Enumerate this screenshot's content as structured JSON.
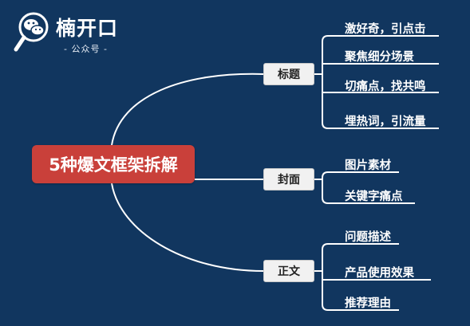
{
  "logo": {
    "name": "楠开口",
    "subtitle": "- 公众号 -",
    "icon": "wechat-magnifier-icon"
  },
  "center": {
    "label": "5种爆文框架拆解"
  },
  "branches": [
    {
      "label": "标题",
      "leaves": [
        "激好奇，引点击",
        "聚焦细分场景",
        "切痛点，找共鸣",
        "埋热词，引流量"
      ]
    },
    {
      "label": "封面",
      "leaves": [
        "图片素材",
        "关键字痛点"
      ]
    },
    {
      "label": "正文",
      "leaves": [
        "问题描述",
        "产品使用效果",
        "推荐理由"
      ]
    }
  ],
  "colors": {
    "background": "#11365f",
    "center_box": "#c9403a",
    "branch_box": "#f1f1f1",
    "lines": "#ffffff"
  }
}
